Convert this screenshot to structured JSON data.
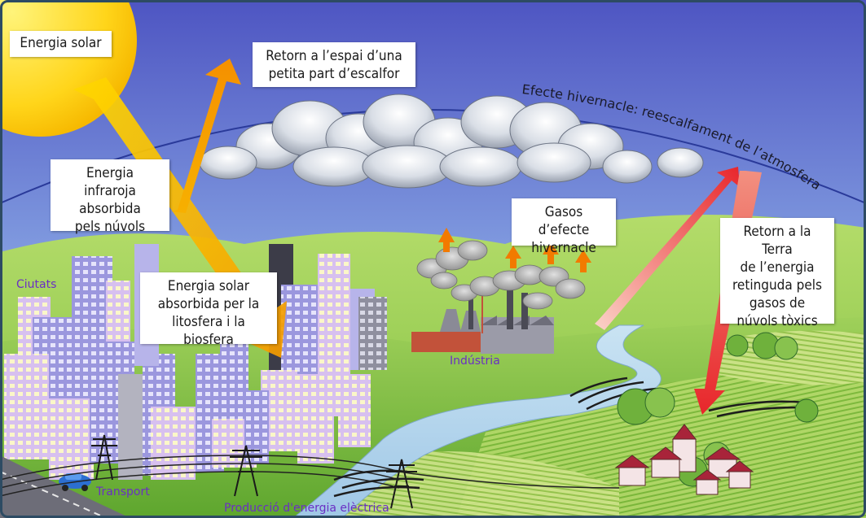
{
  "labels": {
    "solar_energy": "Energia solar",
    "return_space": "Retorn a l’espai d’una\npetita part d’escalfor",
    "infrared_absorbed": "Energia infraroja\nabsorbida\npels núvols",
    "solar_absorbed": "Energia solar\nabsorbida per la\nlitosfera i la biosfera",
    "greenhouse_gases": "Gasos d’efecte\nhivernacle",
    "return_earth": "Retorn a la Terra\nde l’energia\nretinguda pels\ngasos de\nnúvols tòxics",
    "greenhouse_effect_arc": "Efecte hivernacle: reescalfament de l’atmosfera"
  },
  "places": {
    "cities": "Ciutats",
    "industry": "Indústria",
    "transport": "Transport",
    "power": "Producció d'energia elèctrica"
  },
  "colors": {
    "sky_top": "#5a62c8",
    "sky_bottom": "#a9d8ef",
    "sun": "#ffd21a",
    "arrow_orange": "#f5a100",
    "arrow_red": "#e8262b",
    "hill_green": "#8cc63f",
    "place_text": "#6a2fc4",
    "frame": "#2d4b63"
  }
}
